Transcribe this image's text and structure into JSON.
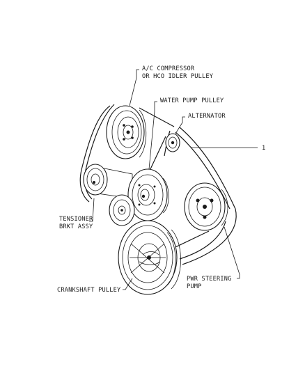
{
  "labels": {
    "ac_compressor_line1": "A/C COMPRESSOR",
    "ac_compressor_line2": "OR HCO IDLER PULLEY",
    "water_pump": "WATER PUMP PULLEY",
    "alternator": "ALTERNATOR",
    "callout_number": "1",
    "tensioner_line1": "TENSIONER",
    "tensioner_line2": "BRKT ASSY",
    "crankshaft": "CRANKSHAFT PULLEY",
    "pwr_steering_line1": "PWR STEERING",
    "pwr_steering_line2": "PUMP"
  }
}
